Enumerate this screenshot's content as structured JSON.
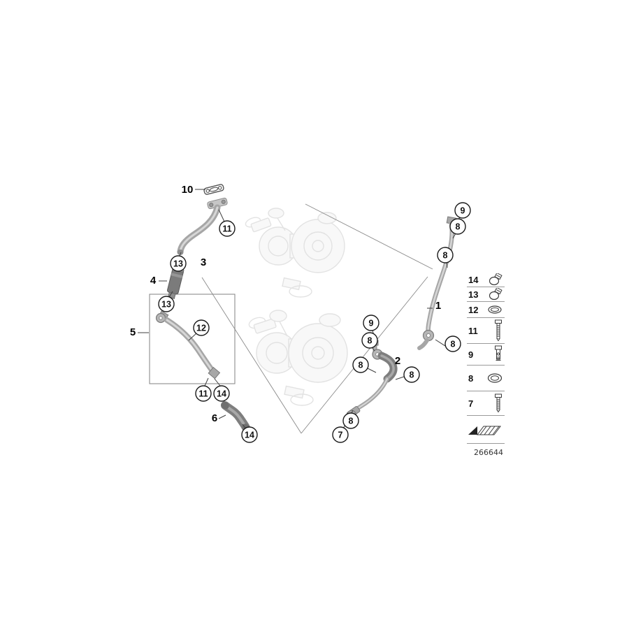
{
  "diagram_id": "266644",
  "callouts": {
    "a9_top": "9",
    "a8_t1": "8",
    "a8_t2": "8",
    "a8_r": "8",
    "a9_m": "9",
    "a8_m1": "8",
    "a8_m2": "8",
    "a8_m3": "8",
    "a8_low": "8",
    "a7": "7",
    "a11_t": "11",
    "a13_a": "13",
    "a13_b": "13",
    "a12": "12",
    "a11_b": "11",
    "a14_a": "14",
    "a14_b": "14"
  },
  "part_labels": {
    "p1": "1",
    "p2": "2",
    "p3": "3",
    "p4": "4",
    "p5": "5",
    "p6": "6",
    "p10": "10"
  },
  "legend": {
    "rows": [
      {
        "num": "14",
        "icon": "hose-clamp-icon"
      },
      {
        "num": "13",
        "icon": "hose-clamp-icon"
      },
      {
        "num": "12",
        "icon": "profile-gasket-icon"
      },
      {
        "num": "11",
        "icon": "hex-bolt-icon"
      },
      {
        "num": "9",
        "icon": "hollow-screw-icon"
      },
      {
        "num": "8",
        "icon": "seal-ring-icon"
      },
      {
        "num": "7",
        "icon": "hex-bolt-icon"
      }
    ],
    "note_icon": "sealing-compound-icon"
  },
  "colors": {
    "background": "#ffffff",
    "outline": "#1a1a1a",
    "pipe_gray": "#a6a6a6",
    "dark_part_gray": "#7e7e7e",
    "ghost_gray": "#c7c7c7"
  }
}
